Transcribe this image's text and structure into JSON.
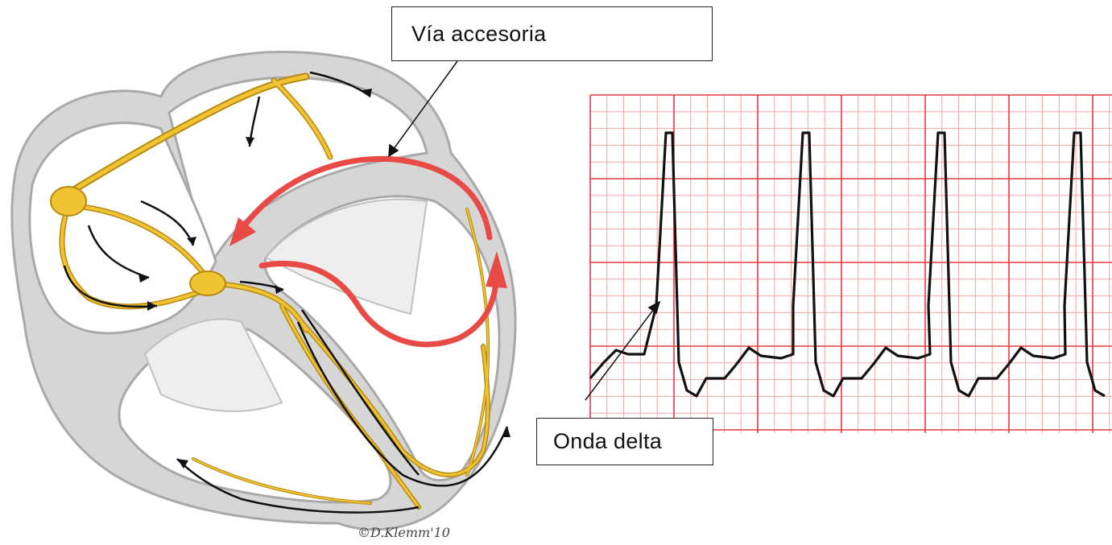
{
  "labels": {
    "accessory_pathway": "Vía accesoria",
    "delta_wave": "Onda delta",
    "copyright": "©D.Klemm'10"
  },
  "colors": {
    "conduction_system": "#f0c332",
    "conduction_outline": "#b88a12",
    "pathway_arrow": "#e84a45",
    "heart_wall": "#d3d3d3",
    "ecg_grid_major": "#e8393f",
    "ecg_grid_minor": "#f4a5a8",
    "ecg_trace": "#111111"
  },
  "ecg": {
    "beats": 4,
    "features": [
      "delta-wave",
      "qrs-complex",
      "t-wave"
    ]
  }
}
